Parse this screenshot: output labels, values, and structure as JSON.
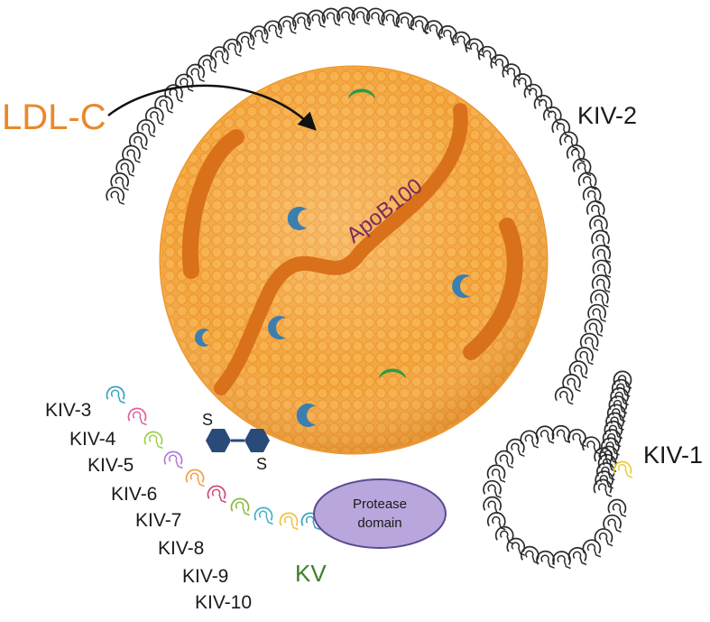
{
  "labels": {
    "ldl": "LDL-C",
    "apob": "ApoB100",
    "kiv2": "KIV-2",
    "kiv1": "KIV-1",
    "kiv_list": [
      "KIV-3",
      "KIV-4",
      "KIV-5",
      "KIV-6",
      "KIV-7",
      "KIV-8",
      "KIV-9",
      "KIV-10"
    ],
    "kv": "KV",
    "protease_line1": "Protease",
    "protease_line2": "domain",
    "s1": "S",
    "s2": "S"
  },
  "colors": {
    "ldl_label": "#e8892a",
    "particle": "#f4a63c",
    "particle_edge": "#e8902a",
    "apob_strand": "#d9701a",
    "apob_label": "#7a2a5a",
    "receptor_blue": "#3a7fb0",
    "receptor_green": "#2f9a48",
    "kringle_outline": "#2b2b2b",
    "kv_label": "#3f7f2a",
    "kiv1_loop": "#e8cf3a",
    "protease_fill": "#b8a6dc",
    "protease_edge": "#5a4a90",
    "disulfide": "#2a4a7a",
    "kiv_colors": [
      "#3aa0c0",
      "#e0609a",
      "#9bd04a",
      "#b07ad8",
      "#f0a040",
      "#c84a7a",
      "#88b840",
      "#3fb0c8",
      "#f0c040"
    ]
  }
}
